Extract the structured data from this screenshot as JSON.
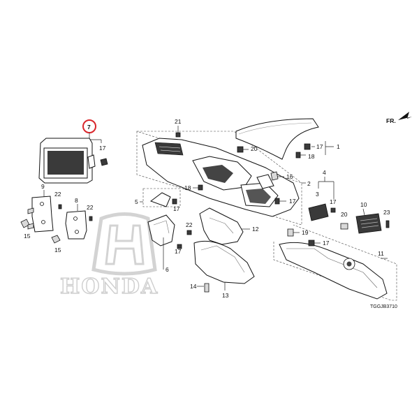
{
  "diagram": {
    "code": "TGGJB3710",
    "watermark": "HONDA",
    "direction_label": "FR.",
    "highlight_color": "#d9262b",
    "callouts": {
      "c7": "7",
      "c17a": "17",
      "c9": "9",
      "c22a": "22",
      "c8": "8",
      "c22b": "22",
      "c15a": "15",
      "c15b": "15",
      "c21": "21",
      "c20a": "20",
      "c17b": "17",
      "c1": "1",
      "c18a": "18",
      "c16": "16",
      "c2": "2",
      "c18b": "18",
      "c5": "5",
      "c17c": "17",
      "c17d": "17",
      "c4": "4",
      "c3": "3",
      "c17e": "17",
      "c10": "10",
      "c23": "23",
      "c20b": "20",
      "c22c": "22",
      "c12": "12",
      "c17f": "17",
      "c19": "19",
      "c17g": "17",
      "c11": "11",
      "c6": "6",
      "c14": "14",
      "c13": "13"
    }
  }
}
